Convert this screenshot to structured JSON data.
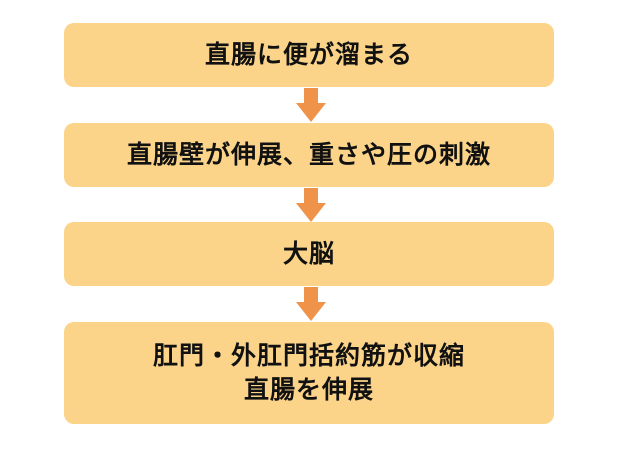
{
  "flow": {
    "steps": [
      {
        "lines": [
          "直腸に便が溜まる"
        ]
      },
      {
        "lines": [
          "直腸壁が伸展、重さや圧の刺激"
        ]
      },
      {
        "lines": [
          "大脳"
        ]
      },
      {
        "lines": [
          "肛門・外肛門括約筋が収縮",
          "直腸を伸展"
        ]
      }
    ]
  },
  "colors": {
    "box_fill": "#fbd48a",
    "arrow": "#f0934a",
    "text": "#111111"
  }
}
